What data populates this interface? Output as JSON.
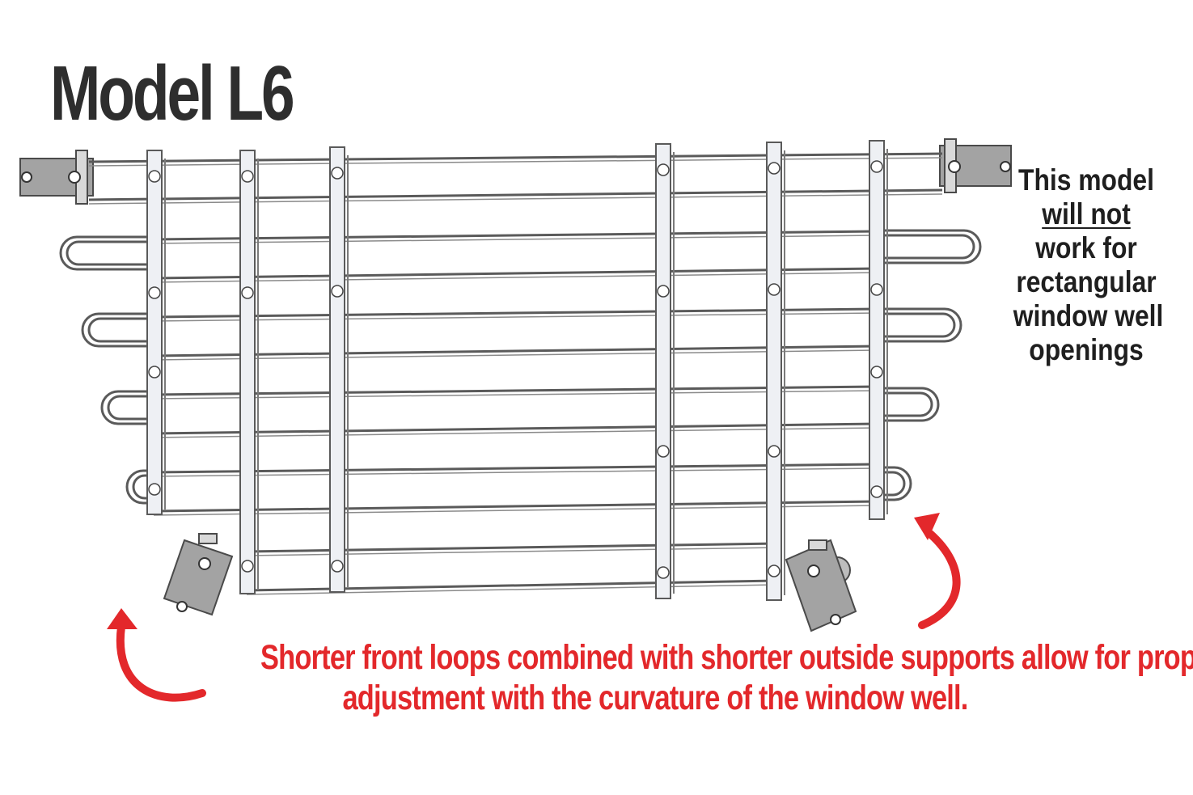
{
  "title": "Model L6",
  "side_note": {
    "line1": "This model",
    "line2": "will not",
    "line3": "work for",
    "line4": "rectangular",
    "line5": "window well",
    "line6": "openings"
  },
  "caption": {
    "line1": "Shorter front loops combined with shorter outside supports allow for proper",
    "line2": "adjustment with the curvature of the window well."
  },
  "colors": {
    "title": "#2e2e2e",
    "annotation": "#e3282b",
    "metal_stroke": "#5a5a5a",
    "metal_fill": "#eef0f4",
    "bracket_fill": "#a3a3a3"
  }
}
